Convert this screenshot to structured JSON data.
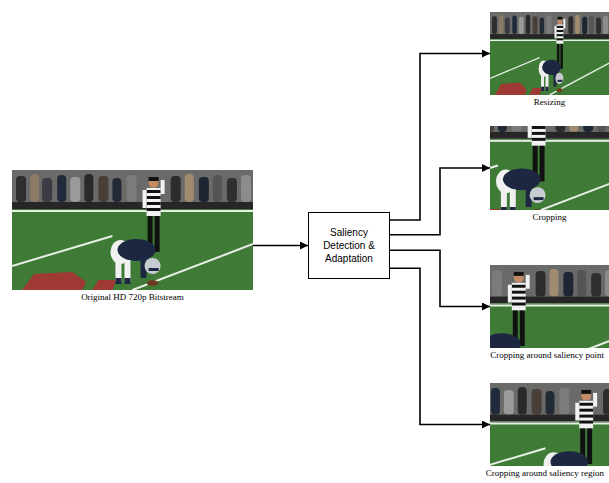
{
  "diagram": {
    "nodes": [
      {
        "text": [
          "Original HD 720p Bitstream"
        ]
      },
      {
        "text": [
          "Saliency Detection & Adaptation"
        ]
      },
      {
        "text": [
          "Resizing"
        ]
      },
      {
        "text": [
          "Cropping"
        ]
      },
      {
        "text": [
          "Cropping around saliency point"
        ]
      },
      {
        "text": [
          "Cropping around saliency region"
        ]
      }
    ],
    "edges": [
      {
        "from": 0,
        "to": 1,
        "arrow": "to"
      },
      {
        "from": 1,
        "to": 2,
        "arrow": "to"
      },
      {
        "from": 1,
        "to": 3,
        "arrow": "to"
      },
      {
        "from": 1,
        "to": 4,
        "arrow": "to"
      },
      {
        "from": 1,
        "to": 5,
        "arrow": "to"
      }
    ]
  }
}
